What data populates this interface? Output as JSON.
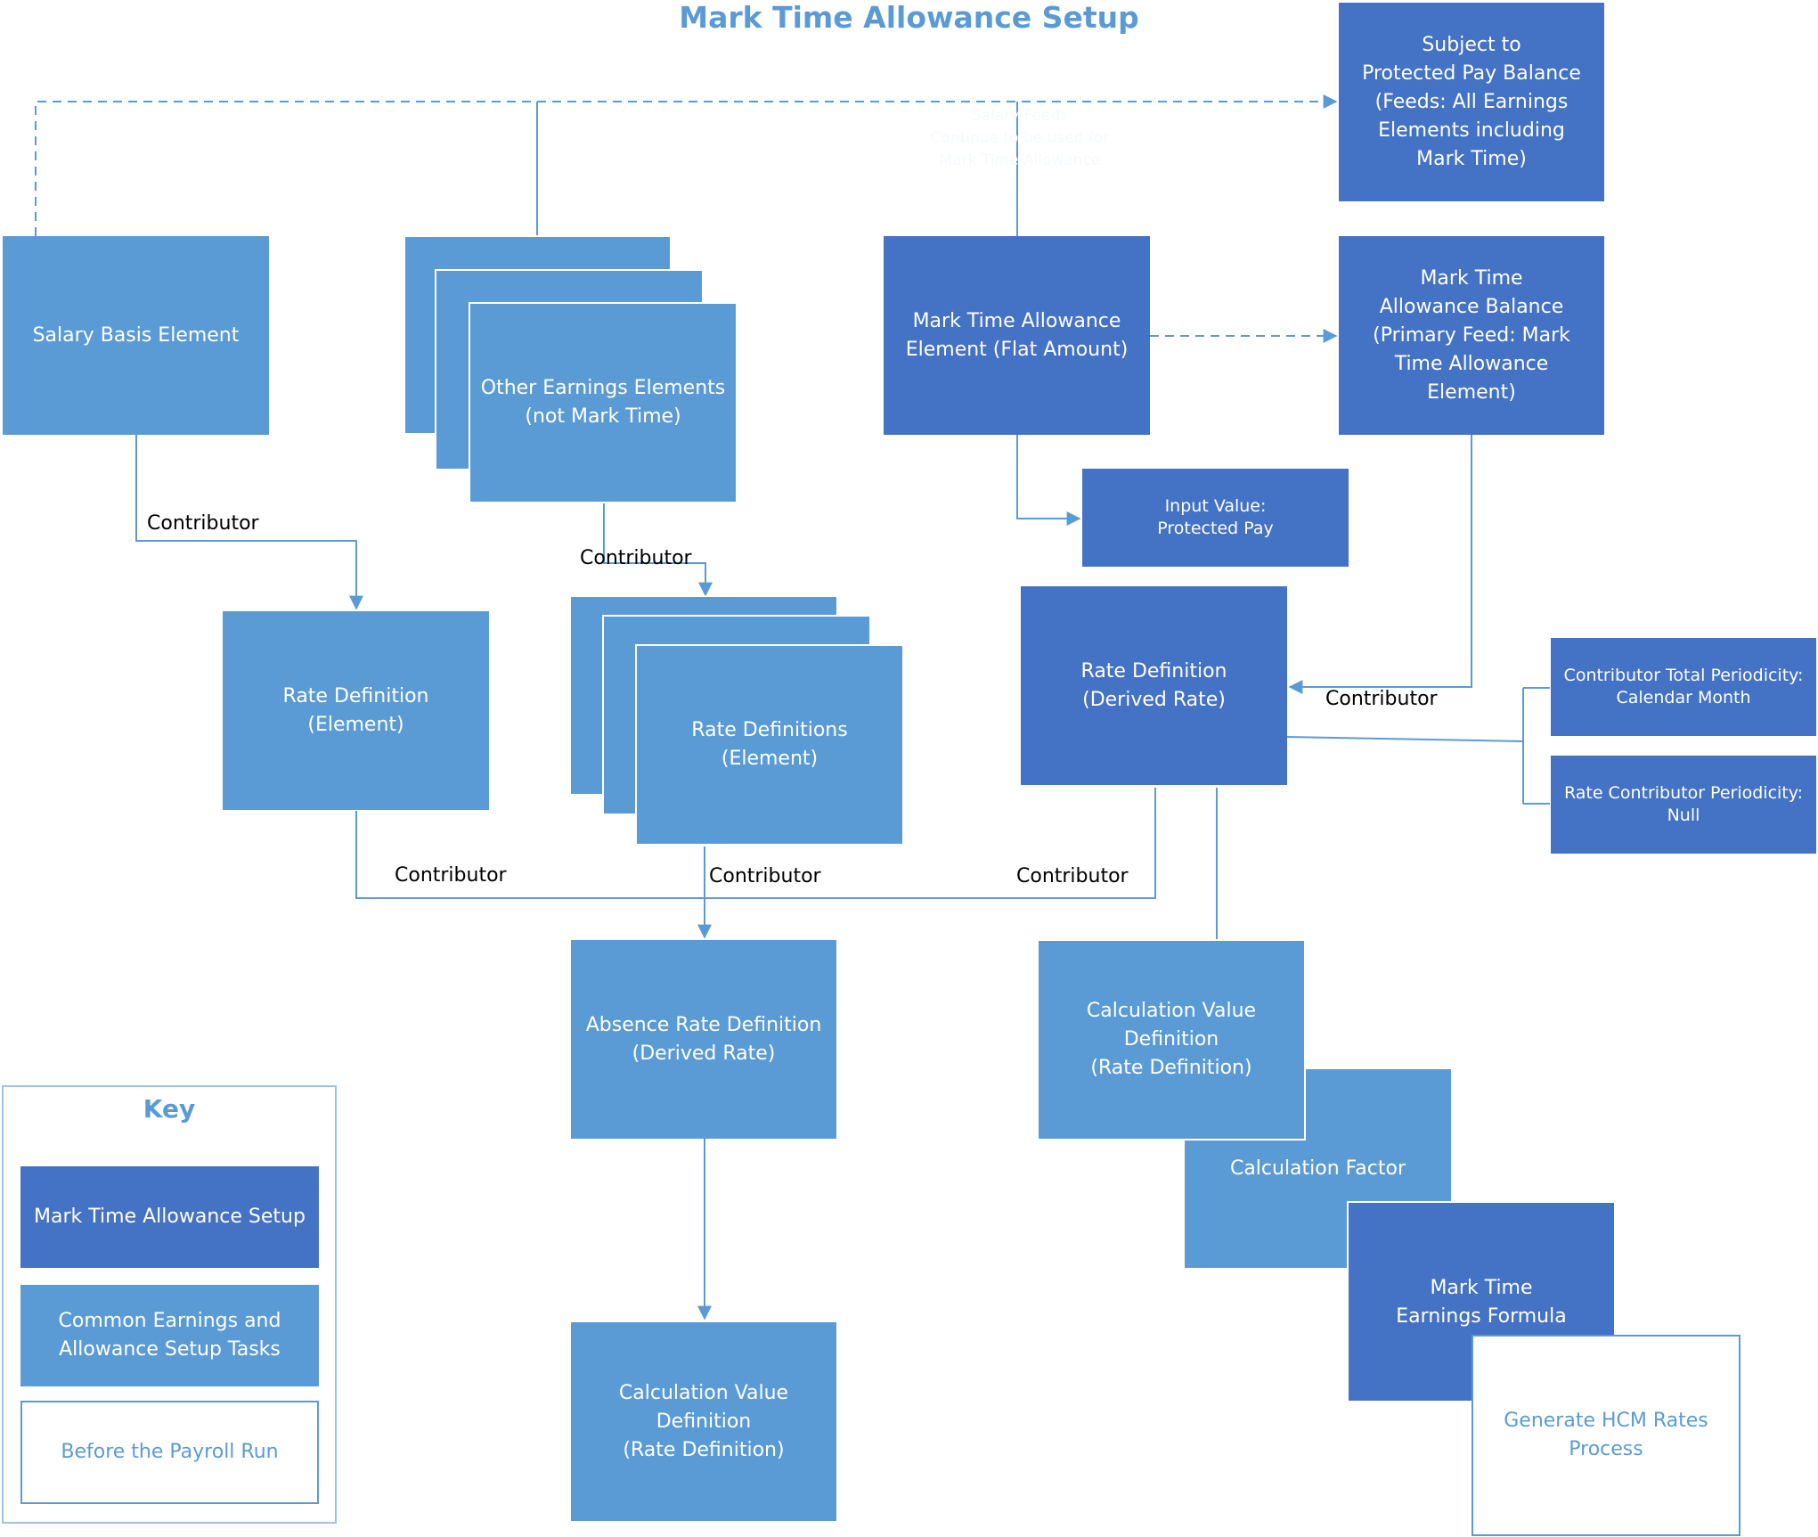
{
  "title": "Mark Time Allowance Setup",
  "colors": {
    "dark_blue": "#4472c4",
    "medium_blue": "#5b9bd5",
    "connector": "#5b9bd5"
  },
  "nodes": {
    "subject_to_balance": "Subject to\nProtected Pay Balance\n(Feeds: All Earnings\nElements including\nMark Time)",
    "salary_basis": "Salary Basis Element",
    "other_earnings": "Other Earnings Elements\n(not Mark Time)",
    "mta_element": "Mark Time Allowance\nElement (Flat Amount)",
    "mta_balance": "Mark Time\nAllowance Balance\n(Primary Feed: Mark\nTime Allowance Element)",
    "input_value": "Input Value:\nProtected Pay",
    "rate_def_element": "Rate Definition\n(Element)",
    "rate_defs_element": "Rate Definitions\n(Element)",
    "rate_def_derived": "Rate Definition\n(Derived Rate)",
    "contrib_total_periodicity": "Contributor Total Periodicity:\nCalendar Month",
    "rate_contrib_periodicity": "Rate Contributor Periodicity:\nNull",
    "absence_rate_def": "Absence Rate Definition\n(Derived Rate)",
    "calc_value_def_right": "Calculation Value\nDefinition\n(Rate Definition)",
    "calc_factor": "Calculation Factor",
    "mt_earnings_formula": "Mark Time\nEarnings Formula",
    "generate_hcm_rates": "Generate HCM Rates\nProcess",
    "calc_value_def_bottom": "Calculation Value\nDefinition\n(Rate Definition)"
  },
  "faint_note": "Salary Feeds\nContinue to be used for\nMark Time Allowance",
  "connector_labels": {
    "contributor": "Contributor"
  },
  "key": {
    "title": "Key",
    "items": [
      {
        "label": "Mark Time Allowance Setup",
        "style": "dark"
      },
      {
        "label": "Common Earnings and\nAllowance Setup Tasks",
        "style": "medium"
      },
      {
        "label": "Before the Payroll Run",
        "style": "outline"
      }
    ]
  }
}
